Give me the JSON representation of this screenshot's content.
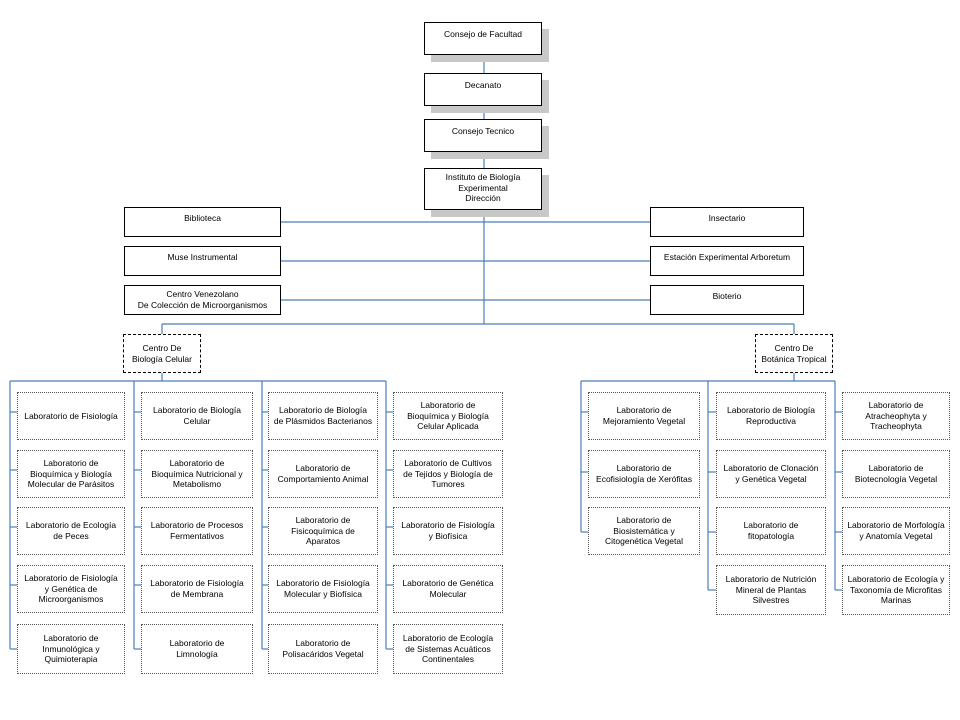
{
  "top": {
    "consejo_facultad": "Consejo de Facultad",
    "decanato": "Decanato",
    "consejo_tecnico": "Consejo Tecnico",
    "instituto": "Instituto de Biología\nExperimental\nDirección"
  },
  "left_units": [
    "Biblioteca",
    "Muse Instrumental",
    "Centro Venezolano\nDe Colección de Microorganismos"
  ],
  "right_units": [
    "Insectario",
    "Estación Experimental Arboretum",
    "Bioterio"
  ],
  "centers": {
    "celular": "Centro De\nBiología Celular",
    "tropical": "Centro De\nBotánica Tropical"
  },
  "celular_labs": [
    [
      "Laboratorio de Fisiología",
      "Laboratorio de\nBioquímica y Biología\nMolecular de Parásitos",
      "Laboratorio de Ecología\nde Peces",
      "Laboratorio de Fisiología\ny Genética de\nMicroorganismos",
      "Laboratorio de\nInmunológica y\nQuimioterapia"
    ],
    [
      "Laboratorio de Biología\nCelular",
      "Laboratorio de\nBioquímica Nutricional y\nMetabolismo",
      "Laboratorio de Procesos\nFermentativos",
      "Laboratorio de Fisiología\nde Membrana",
      "Laboratorio de\nLimnología"
    ],
    [
      "Laboratorio de Biología\nde Plásmidos Bacterianos",
      "Laboratorio de\nComportamiento Animal",
      "Laboratorio de\nFisicoquímica de\nAparatos",
      "Laboratorio de Fisiología\nMolecular y Biofísica",
      "Laboratorio de\nPolisacáridos Vegetal"
    ],
    [
      "Laboratorio de\nBioquímica y Biología\nCelular Aplicada",
      "Laboratorio de Cultivos\nde Tejidos y Biología de\nTumores",
      "Laboratorio de Fisiología\ny Biofísica",
      "Laboratorio de Genética\nMolecular",
      "Laboratorio de Ecología\nde Sistemas Acuáticos\nContinentales"
    ]
  ],
  "tropical_labs": [
    [
      "Laboratorio de\nMejoramiento Vegetal",
      "Laboratorio de\nEcofisiología de Xerófitas",
      "Laboratorio de\nBiosistemática y\nCitogenética Vegetal"
    ],
    [
      "Laboratorio de Biología\nReproductiva",
      "Laboratorio de Clonación\ny Genética Vegetal",
      "Laboratorio de\nfitopatología",
      "Laboratorio de Nutrición\nMineral de Plantas\nSilvestres"
    ],
    [
      "Laboratorio de\nAtracheophyta y\nTracheophyta",
      "Laboratorio de\nBiotecnología Vegetal",
      "Laboratorio de Morfología\ny Anatomía Vegetal",
      "Laboratorio de Ecología y\nTaxonomía de Microfitas\nMarinas"
    ]
  ],
  "colors": {
    "connector": "#4a7ebb",
    "shadow": "#c8c8c8"
  }
}
